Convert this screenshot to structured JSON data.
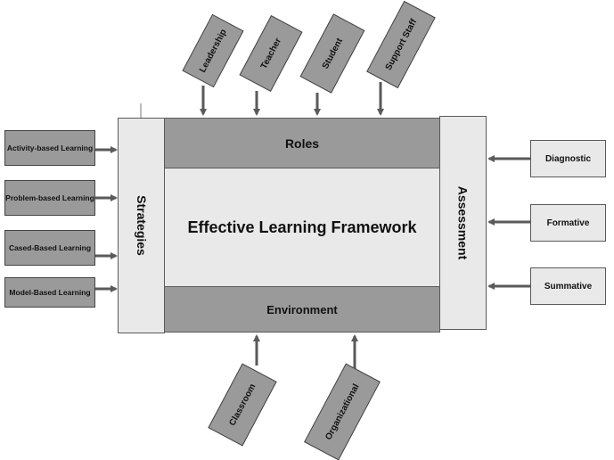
{
  "framework": {
    "title": "Effective Learning Framework",
    "top_band": "Roles",
    "bottom_band": "Environment",
    "left_column": "Strategies",
    "right_column": "Assessment"
  },
  "roles": [
    "Leadership",
    "Teacher",
    "Student",
    "Support Staff"
  ],
  "strategies": [
    "Activity-based Learning",
    "Problem-based Learning",
    "Cased-Based Learning",
    "Model-Based Learning"
  ],
  "assessments": [
    "Diagnostic",
    "Formative",
    "Summative"
  ],
  "environments": [
    "Classroom",
    "Organizational"
  ],
  "colors": {
    "box_dark": "#9a9a9a",
    "box_light": "#e9e9e9",
    "arrow": "#5a5a5a"
  }
}
